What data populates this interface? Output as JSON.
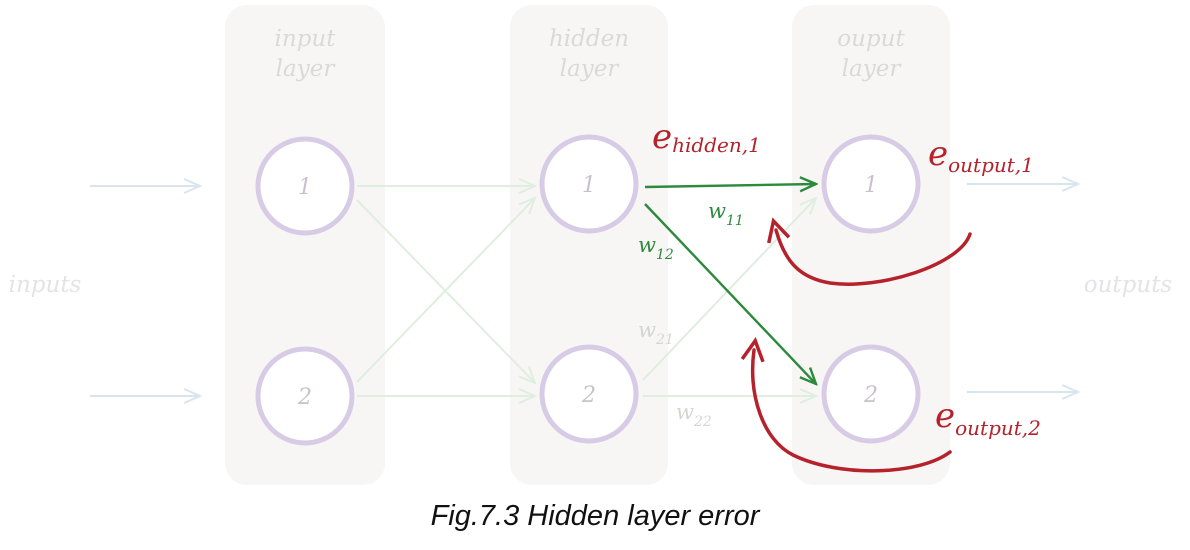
{
  "layers": [
    {
      "id": "input",
      "line1": "input",
      "line2": "layer",
      "nodes": [
        "1",
        "2"
      ]
    },
    {
      "id": "hidden",
      "line1": "hidden",
      "line2": "layer",
      "nodes": [
        "1",
        "2"
      ]
    },
    {
      "id": "output",
      "line1": "ouput",
      "line2": "layer",
      "nodes": [
        "1",
        "2"
      ]
    }
  ],
  "side_labels": {
    "left": "inputs",
    "right": "outputs"
  },
  "weights": {
    "w11": {
      "base": "w",
      "sub": "11"
    },
    "w12": {
      "base": "w",
      "sub": "12"
    },
    "w21": {
      "base": "w",
      "sub": "21"
    },
    "w22": {
      "base": "w",
      "sub": "22"
    }
  },
  "errors": {
    "hidden_1": {
      "base": "e",
      "sub": "hidden,1"
    },
    "output_1": {
      "base": "e",
      "sub": "output,1"
    },
    "output_2": {
      "base": "e",
      "sub": "output,2"
    }
  },
  "caption": "Fig.7.3 Hidden layer error",
  "colors": {
    "panel": "#f8f6f5",
    "node_stroke": "#d7cbe6",
    "node_text": "#c9c2cc",
    "layer_text": "#dcd8d9",
    "faint_arrow": "#dfeede",
    "io_arrow": "#d9e4ef",
    "side_text": "#e3e3e8",
    "weight_green": "#2c8a3c",
    "faint_weight": "#d2d6d2",
    "error_red": "#b5222b"
  }
}
